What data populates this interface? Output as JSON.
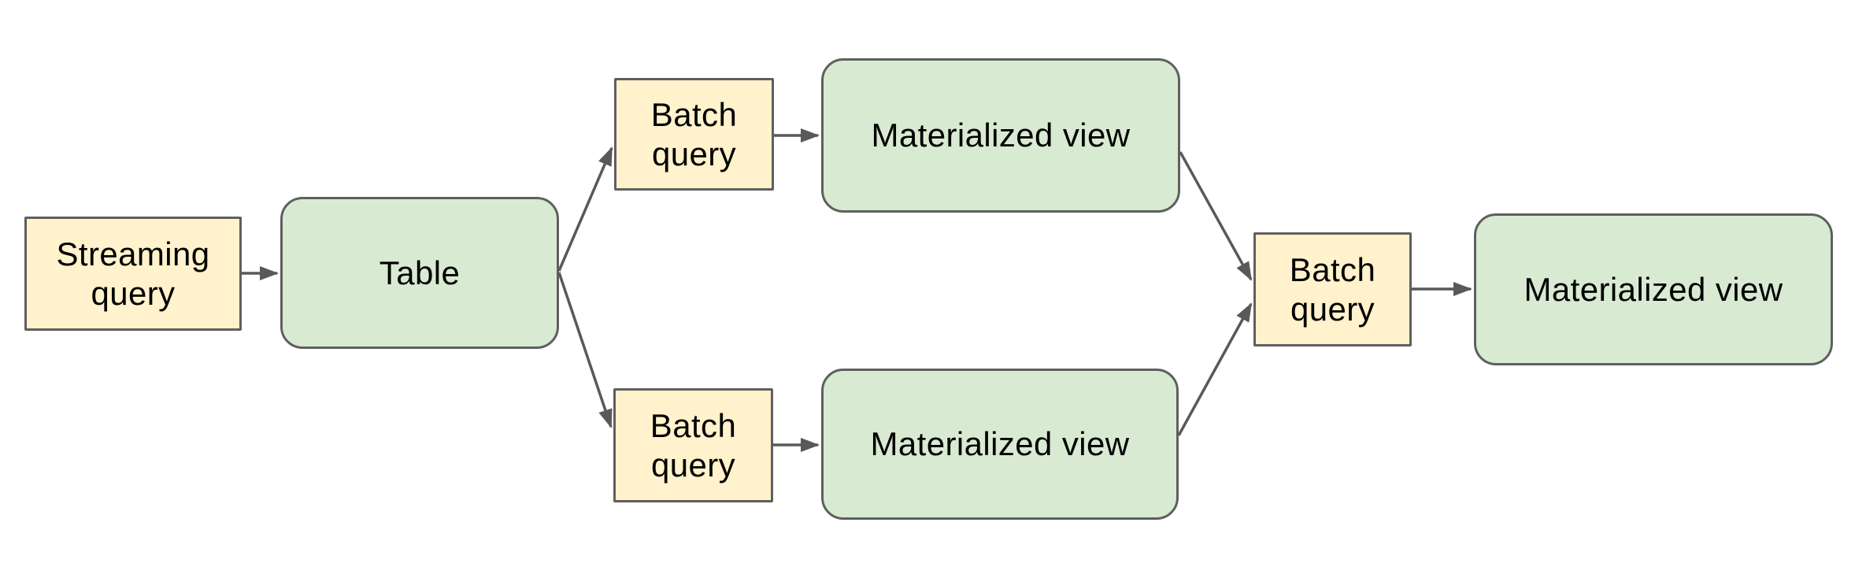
{
  "diagram": {
    "type": "flow-diagram",
    "colors": {
      "query_box_fill": "#fff2cc",
      "table_view_fill": "#d9ead3",
      "box_border": "#5f5f5f",
      "connector": "#595959",
      "text": "#000000",
      "background": "#ffffff"
    },
    "nodes": [
      {
        "id": "streaming-query",
        "label": "Streaming query",
        "kind": "query"
      },
      {
        "id": "table",
        "label": "Table",
        "kind": "table"
      },
      {
        "id": "batch-query-top",
        "label": "Batch query",
        "kind": "query"
      },
      {
        "id": "materialized-view-top",
        "label": "Materialized view",
        "kind": "view"
      },
      {
        "id": "batch-query-bottom",
        "label": "Batch query",
        "kind": "query"
      },
      {
        "id": "materialized-view-bottom",
        "label": "Materialized view",
        "kind": "view"
      },
      {
        "id": "batch-query-right",
        "label": "Batch query",
        "kind": "query"
      },
      {
        "id": "materialized-view-right",
        "label": "Materialized view",
        "kind": "view"
      }
    ],
    "edges": [
      {
        "from": "streaming-query",
        "to": "table"
      },
      {
        "from": "table",
        "to": "batch-query-top"
      },
      {
        "from": "table",
        "to": "batch-query-bottom"
      },
      {
        "from": "batch-query-top",
        "to": "materialized-view-top"
      },
      {
        "from": "batch-query-bottom",
        "to": "materialized-view-bottom"
      },
      {
        "from": "materialized-view-top",
        "to": "batch-query-right"
      },
      {
        "from": "materialized-view-bottom",
        "to": "batch-query-right"
      },
      {
        "from": "batch-query-right",
        "to": "materialized-view-right"
      }
    ]
  }
}
